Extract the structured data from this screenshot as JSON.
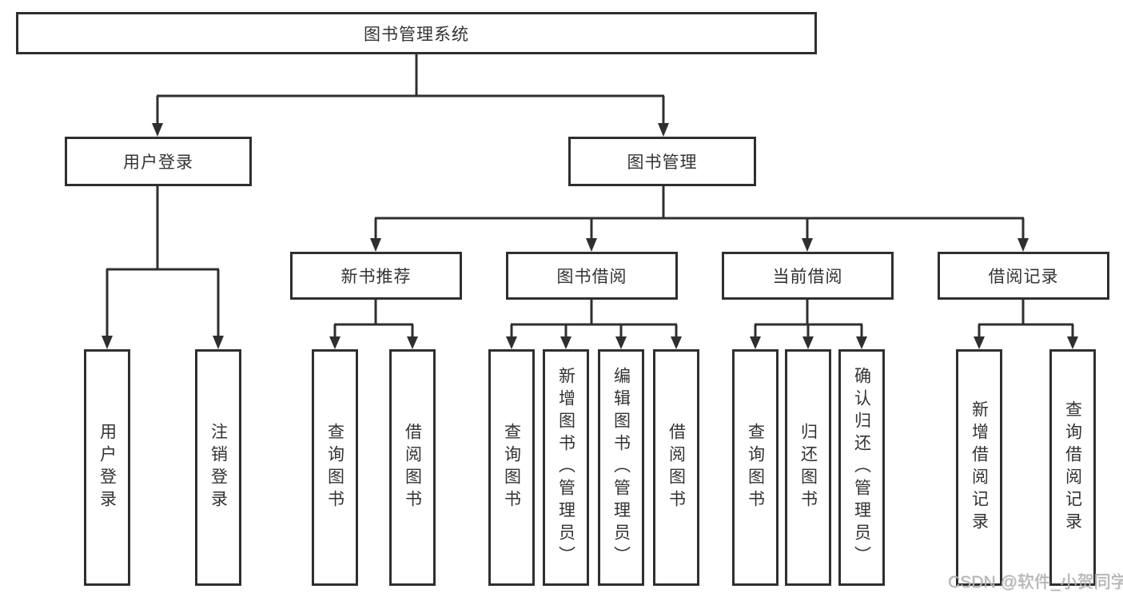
{
  "diagram_title": "图书管理系统",
  "tree": {
    "root": {
      "label": "图书管理系统"
    },
    "children": [
      {
        "label": "用户登录",
        "children": [
          {
            "label": "用户登录"
          },
          {
            "label": "注销登录"
          }
        ]
      },
      {
        "label": "图书管理",
        "children": [
          {
            "label": "新书推荐",
            "children": [
              {
                "label": "查询图书"
              },
              {
                "label": "借阅图书"
              }
            ]
          },
          {
            "label": "图书借阅",
            "children": [
              {
                "label": "查询图书"
              },
              {
                "label": "新增图书（管理员）"
              },
              {
                "label": "编辑图书（管理员）"
              },
              {
                "label": "借阅图书"
              }
            ]
          },
          {
            "label": "当前借阅",
            "children": [
              {
                "label": "查询图书"
              },
              {
                "label": "归还图书"
              },
              {
                "label": "确认归还（管理员）"
              }
            ]
          },
          {
            "label": "借阅记录",
            "children": [
              {
                "label": "新增借阅记录"
              },
              {
                "label": "查询借阅记录"
              }
            ]
          }
        ]
      }
    ]
  },
  "watermark": {
    "text": "CSDN @软件_小贺同学"
  },
  "colors": {
    "line": "#2f2f2f",
    "text": "#333333",
    "background": "#ffffff",
    "watermark": "#b3b3b3"
  }
}
